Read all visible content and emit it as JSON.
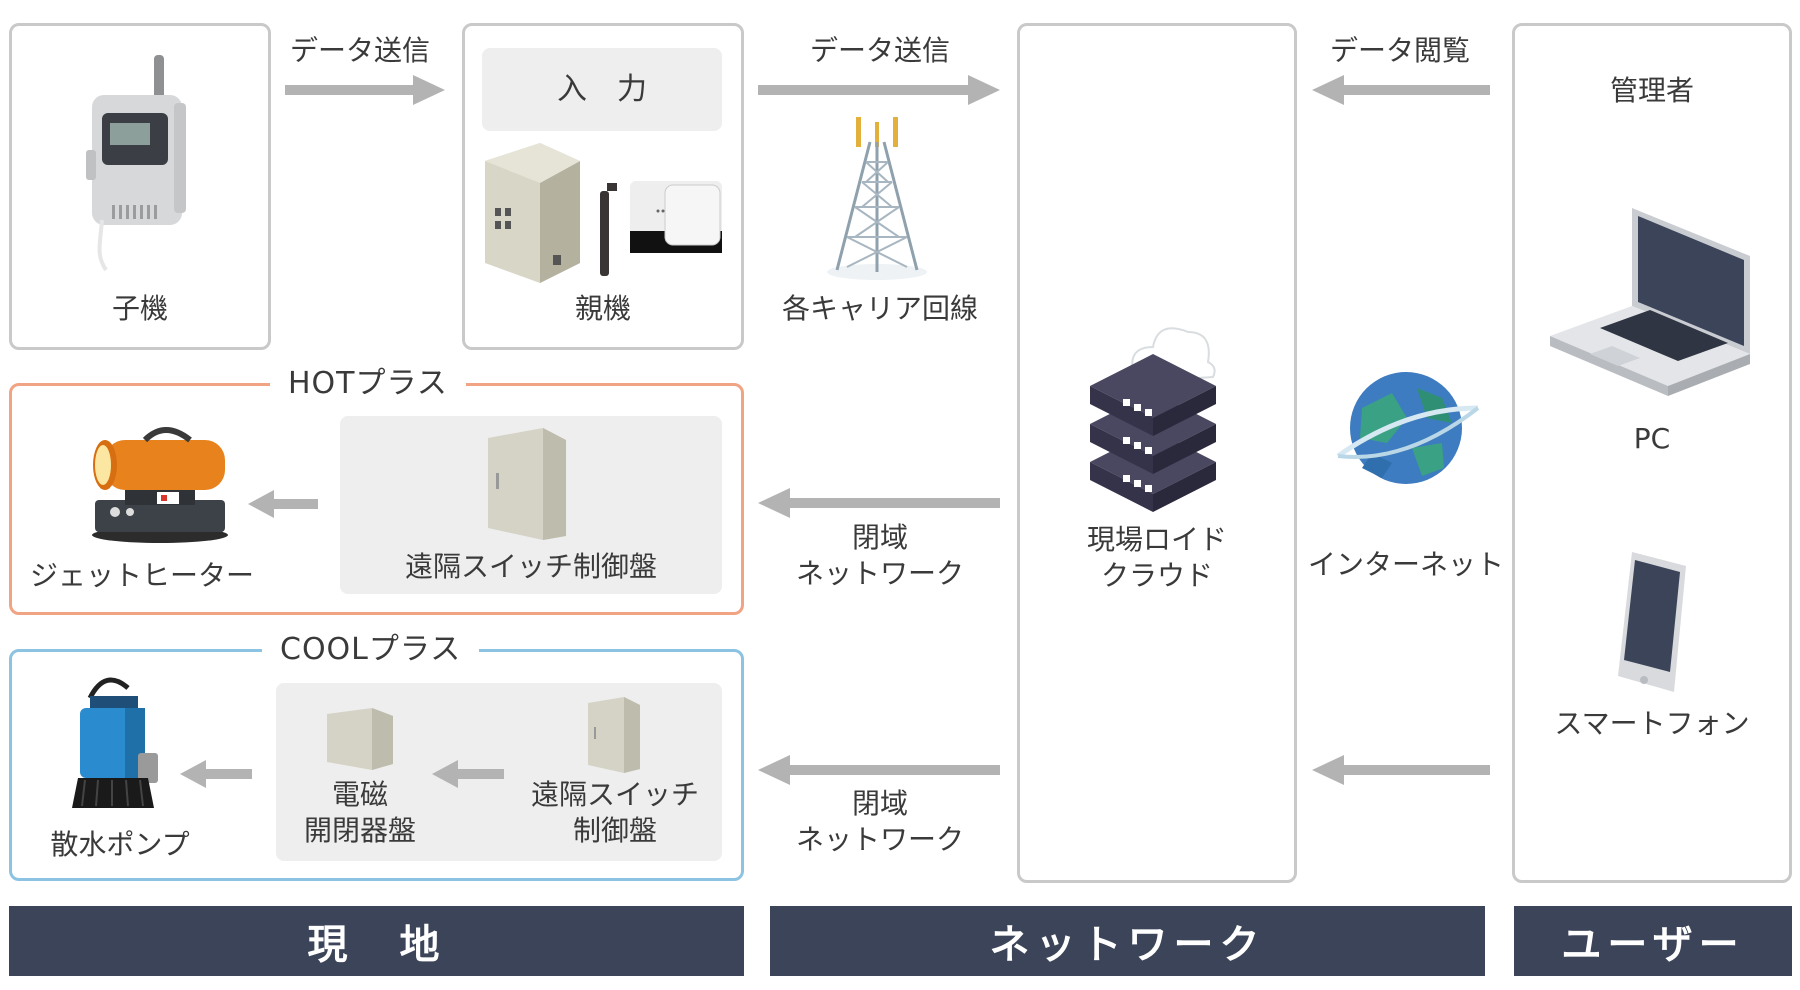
{
  "colors": {
    "box_border": "#c9c9c9",
    "hot_border": "#f0a484",
    "cool_border": "#8cc3e2",
    "panel_bg": "#eeeeef",
    "arrow": "#b3b3b3",
    "bar_bg": "#3b4459",
    "bar_text": "#ffffff"
  },
  "top_row": {
    "child_device": {
      "label": "子機",
      "icon": "data-logger-icon"
    },
    "arrow_1_label": "データ送信",
    "parent_device": {
      "input_label": "入　力",
      "label": "親機",
      "icon": "base-station-icon"
    },
    "arrow_2_label": "データ送信",
    "carrier": {
      "label": "各キャリア回線",
      "icon": "antenna-tower-icon"
    },
    "arrow_3_label": "データ閲覧"
  },
  "hot_plus": {
    "title": "HOTプラス",
    "heater_label": "ジェットヒーター",
    "switch_panel_label": "遠隔スイッチ制御盤",
    "network_label": "閉域\nネットワーク"
  },
  "cool_plus": {
    "title": "COOLプラス",
    "pump_label": "散水ポンプ",
    "magnetic_label": "電磁\n開閉器盤",
    "switch_panel_label": "遠隔スイッチ\n制御盤",
    "network_label": "閉域\nネットワーク"
  },
  "cloud": {
    "label": "現場ロイド\nクラウド",
    "icon": "cloud-server-icon"
  },
  "internet": {
    "label": "インターネット",
    "icon": "globe-icon"
  },
  "user": {
    "admin_label": "管理者",
    "pc_label": "PC",
    "phone_label": "スマートフォン",
    "pc_icon": "laptop-icon",
    "phone_icon": "smartphone-icon"
  },
  "footer": {
    "site": "現　地",
    "network": "ネットワーク",
    "user": "ユーザー"
  }
}
